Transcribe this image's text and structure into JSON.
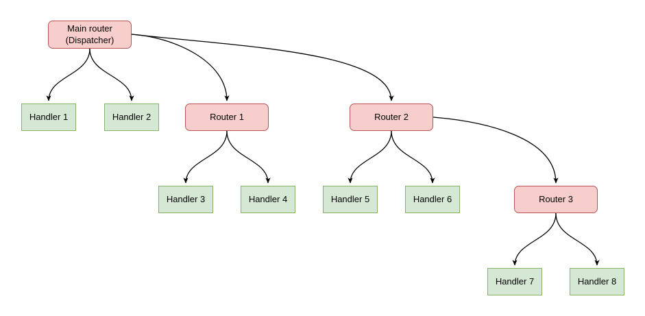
{
  "diagram": {
    "type": "tree",
    "nodes": {
      "main": {
        "label": "Main router\n(Dispatcher)",
        "kind": "router"
      },
      "handler1": {
        "label": "Handler 1",
        "kind": "handler"
      },
      "handler2": {
        "label": "Handler 2",
        "kind": "handler"
      },
      "router1": {
        "label": "Router 1",
        "kind": "router"
      },
      "router2": {
        "label": "Router 2",
        "kind": "router"
      },
      "handler3": {
        "label": "Handler 3",
        "kind": "handler"
      },
      "handler4": {
        "label": "Handler 4",
        "kind": "handler"
      },
      "handler5": {
        "label": "Handler 5",
        "kind": "handler"
      },
      "handler6": {
        "label": "Handler 6",
        "kind": "handler"
      },
      "router3": {
        "label": "Router 3",
        "kind": "router"
      },
      "handler7": {
        "label": "Handler 7",
        "kind": "handler"
      },
      "handler8": {
        "label": "Handler 8",
        "kind": "handler"
      }
    },
    "edges": [
      {
        "from": "main",
        "to": "handler1"
      },
      {
        "from": "main",
        "to": "handler2"
      },
      {
        "from": "main",
        "to": "router1"
      },
      {
        "from": "main",
        "to": "router2"
      },
      {
        "from": "router1",
        "to": "handler3"
      },
      {
        "from": "router1",
        "to": "handler4"
      },
      {
        "from": "router2",
        "to": "handler5"
      },
      {
        "from": "router2",
        "to": "handler6"
      },
      {
        "from": "router2",
        "to": "router3"
      },
      {
        "from": "router3",
        "to": "handler7"
      },
      {
        "from": "router3",
        "to": "handler8"
      }
    ],
    "colors": {
      "router_fill": "#f8cecc",
      "router_border": "#b85450",
      "handler_fill": "#d5e8d4",
      "handler_border": "#82b366",
      "edge": "#000000",
      "text": "#000000",
      "background": "#ffffff"
    }
  }
}
